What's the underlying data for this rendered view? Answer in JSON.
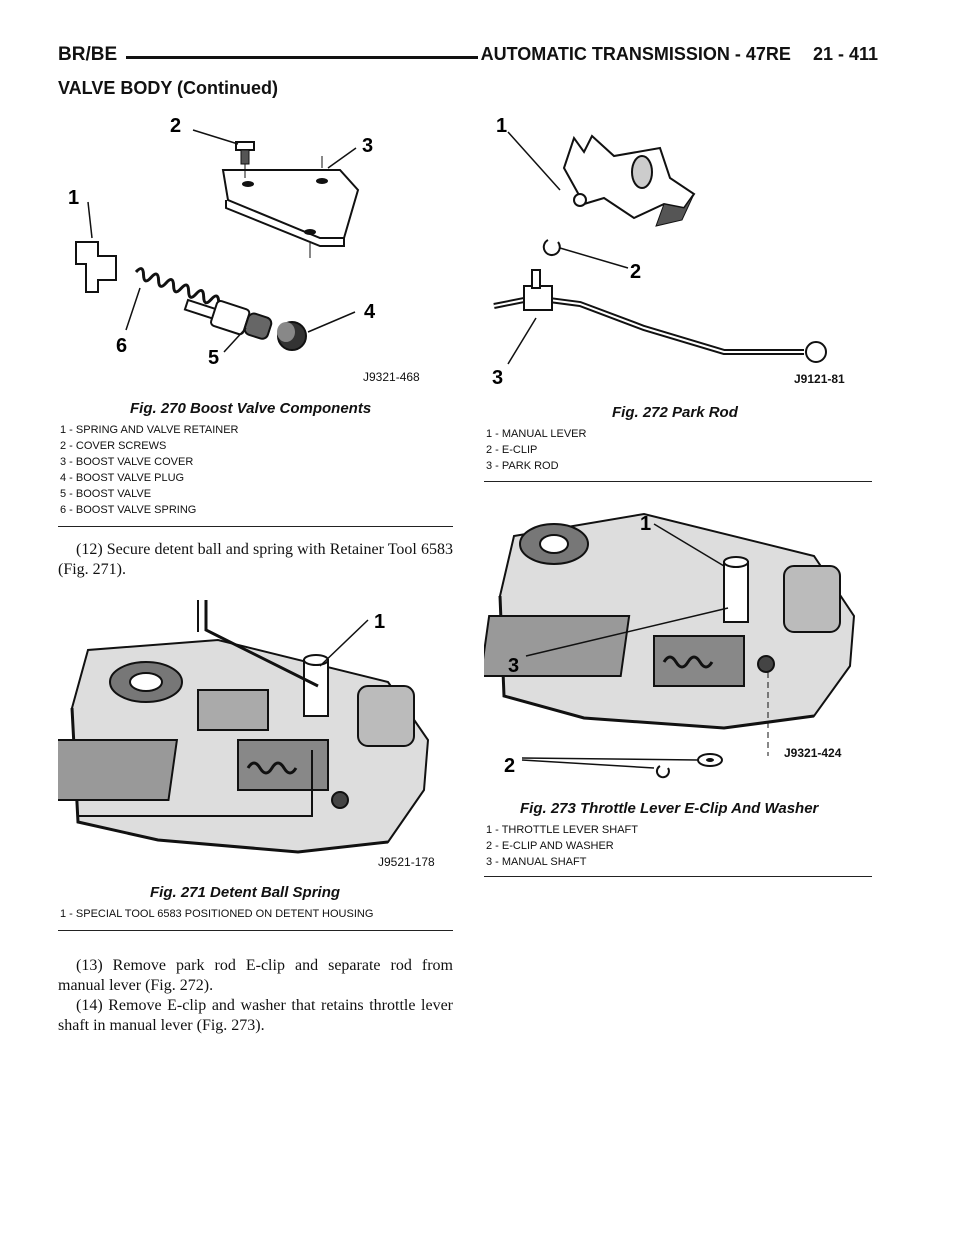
{
  "header": {
    "left": "BR/BE",
    "title": "AUTOMATIC TRANSMISSION - 47RE",
    "page": "21 - 411"
  },
  "section_title": "VALVE BODY (Continued)",
  "fig270": {
    "code": "J9321-468",
    "title": "Fig. 270 Boost Valve Components",
    "callouts": [
      "1",
      "2",
      "3",
      "4",
      "5",
      "6"
    ],
    "legend": [
      "1 - SPRING AND VALVE RETAINER",
      "2 - COVER SCREWS",
      "3 - BOOST VALVE COVER",
      "4 - BOOST VALVE PLUG",
      "5 - BOOST VALVE",
      "6 - BOOST VALVE SPRING"
    ]
  },
  "step12": "(12) Secure detent ball and spring with Retainer Tool 6583 (Fig. 271).",
  "fig271": {
    "code": "J9521-178",
    "title": "Fig. 271 Detent Ball Spring",
    "callouts": [
      "1"
    ],
    "legend": [
      "1 - SPECIAL TOOL 6583 POSITIONED ON DETENT HOUSING"
    ]
  },
  "step13": "(13) Remove park rod E-clip and separate rod from manual lever (Fig. 272).",
  "step14": "(14) Remove E-clip and washer that retains throttle lever shaft in manual lever (Fig. 273).",
  "fig272": {
    "code": "J9121-81",
    "title": "Fig. 272 Park Rod",
    "callouts": [
      "1",
      "2",
      "3"
    ],
    "legend": [
      "1 - MANUAL LEVER",
      "2 - E-CLIP",
      "3 - PARK ROD"
    ]
  },
  "fig273": {
    "code": "J9321-424",
    "title": "Fig. 273 Throttle Lever E-Clip And Washer",
    "callouts": [
      "1",
      "2",
      "3"
    ],
    "legend": [
      "1 - THROTTLE LEVER SHAFT",
      "2 - E-CLIP AND WASHER",
      "3 - MANUAL SHAFT"
    ]
  }
}
